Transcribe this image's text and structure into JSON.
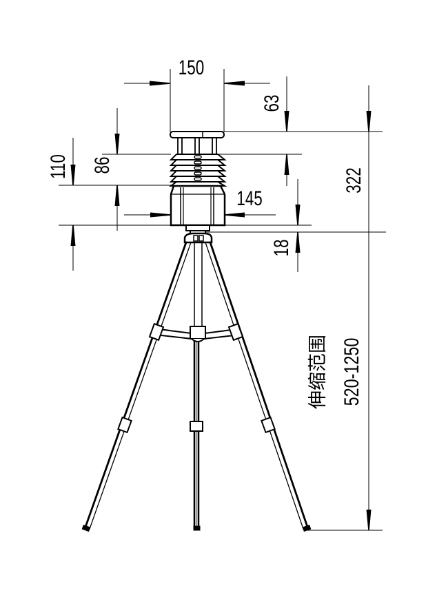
{
  "drawing": {
    "title": "Weather station on telescopic tripod - dimension drawing",
    "line_color": "#000000",
    "background": "#ffffff",
    "units": "mm"
  },
  "dimensions": {
    "top_width": "150",
    "top_cap_height": "63",
    "louver_height": "86",
    "louver_plus_base_height": "110",
    "base_width": "145",
    "mount_height": "18",
    "total_head_height": "322",
    "telescopic_label": "伸缩范围",
    "telescopic_range": "520-1250"
  },
  "components": [
    {
      "name": "top-cap",
      "label": "Top cap"
    },
    {
      "name": "support-posts",
      "label": "Support posts"
    },
    {
      "name": "louvered-shield",
      "label": "Louvered radiation shield"
    },
    {
      "name": "sensor-base",
      "label": "Sensor base box"
    },
    {
      "name": "tripod-head",
      "label": "Tripod head"
    },
    {
      "name": "tripod-legs",
      "label": "Three telescopic legs with clamps"
    },
    {
      "name": "leg-braces",
      "label": "Center leg braces"
    }
  ]
}
